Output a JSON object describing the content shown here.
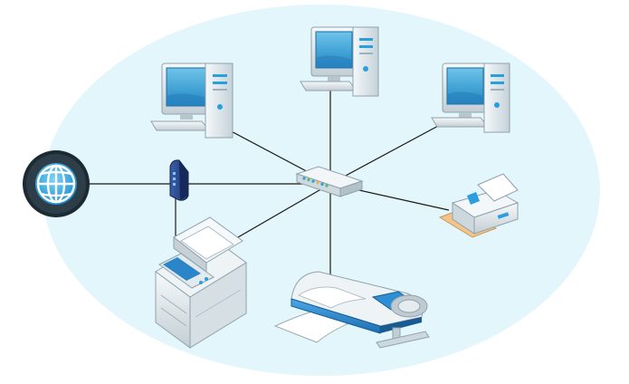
{
  "diagram": {
    "kind": "network-topology",
    "background_color": "#e3f6fb",
    "link_color": "#1a1a1a",
    "hub": {
      "icon": "network-switch-icon"
    },
    "nodes": [
      {
        "id": "internet",
        "icon": "globe-icon"
      },
      {
        "id": "modem",
        "icon": "modem-icon"
      },
      {
        "id": "workstation-left",
        "icon": "desktop-computer-icon"
      },
      {
        "id": "workstation-center",
        "icon": "desktop-computer-icon"
      },
      {
        "id": "workstation-right",
        "icon": "desktop-computer-icon"
      },
      {
        "id": "printer",
        "icon": "inkjet-printer-icon"
      },
      {
        "id": "plotter",
        "icon": "wide-format-printer-icon"
      },
      {
        "id": "multifunction-copier",
        "icon": "copier-icon"
      }
    ],
    "links": [
      [
        "internet",
        "modem"
      ],
      [
        "modem",
        "hub"
      ],
      [
        "modem",
        "multifunction-copier"
      ],
      [
        "multifunction-copier",
        "hub"
      ],
      [
        "workstation-left",
        "hub"
      ],
      [
        "workstation-center",
        "hub"
      ],
      [
        "workstation-right",
        "hub"
      ],
      [
        "printer",
        "hub"
      ],
      [
        "plotter",
        "hub"
      ]
    ]
  }
}
